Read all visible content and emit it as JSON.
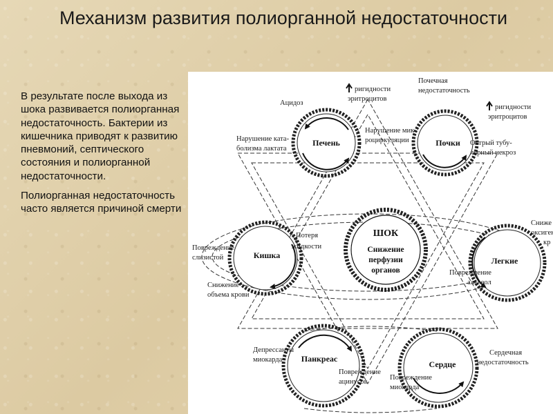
{
  "title": "Механизм развития полиорганной недостаточности",
  "paragraphs": [
    "В результате после выхода из шока развивается полиорганная недостаточность. Бактерии из кишечника приводят к развитию пневмоний, септического состояния и полиорганной недостаточности.",
    "Полиорганная недостаточность часто является причиной смерти"
  ],
  "center": {
    "title": "ШОК",
    "lines": [
      "Снижение",
      "перфузии",
      "органов"
    ]
  },
  "organs": {
    "liver": "Печень",
    "kidneys": "Почки",
    "intestine": "Кишка",
    "lungs": "Легкие",
    "pancreas": "Панкреас",
    "heart": "Сердце"
  },
  "labels": {
    "acidosis": "Ацидоз",
    "rigidity_1": [
      "ригидности",
      "эритроцитов"
    ],
    "rigidity_2": [
      "ригидности",
      "эритроцитов"
    ],
    "renal_failure": [
      "Почечная",
      "недостаточность"
    ],
    "lactate": [
      "Нарушение ката-",
      "болизма лактата"
    ],
    "microcirculation": [
      "Нарушение мик-",
      "роциркуляции"
    ],
    "tubular_necrosis": [
      "Острый тубу-",
      "лярный некроз"
    ],
    "fluid_loss": [
      "Потеря",
      "жидкости"
    ],
    "mucosa_damage": [
      "Повреждение",
      "слизистой"
    ],
    "blood_volume": [
      "Снижение",
      "объема крови"
    ],
    "oxygenation": [
      "Сниже",
      "оксигена",
      "кр"
    ],
    "alveoli_damage": [
      "Повреждение",
      "альвеол"
    ],
    "myocardial_depressants": [
      "Депрессанты",
      "миокарда"
    ],
    "acini_damage": [
      "Повреждение",
      "ацинусов"
    ],
    "myocardium_damage": [
      "Повреждение",
      "миокарда"
    ],
    "heart_failure": [
      "Сердечная",
      "недостаточность"
    ]
  }
}
